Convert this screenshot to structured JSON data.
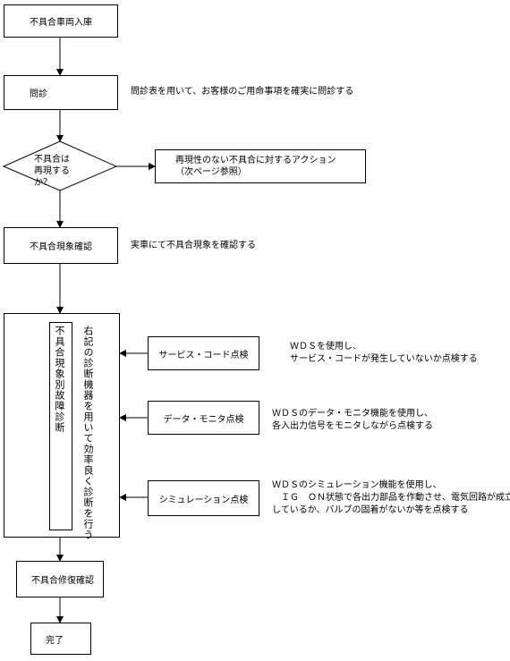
{
  "steps": {
    "arrival": "不具合車両入庫",
    "interview": "問診",
    "interview_note": "問診表を用いて、お客様のご用命事項を確実に問診する",
    "decision_line1": "不具合は",
    "decision_line2": "再現するか？",
    "no_repro_action_line1": "再現性のない不具合に対するアクション",
    "no_repro_action_line2": "（次ページ参照）",
    "confirm": "不具合現象確認",
    "confirm_note": "実車にて不具合現象を確認する",
    "diag_group_label": "不具合現象別故障診断",
    "diag_group_text": "右記の診断機器を用いて効率良く診断を行う",
    "service_code_check": "サービス・コード点検",
    "service_code_note": "ＷＤＳを使用し、\nサービス・コードが発生していないか点検する",
    "data_monitor_check": "データ・モニタ点検",
    "data_monitor_note": "ＷＤＳのデータ・モニタ機能を使用し、\n各入出力信号をモニタしながら点検する",
    "simulation_check": "シミュレーション点検",
    "simulation_note": "ＷＤＳのシミュレーション機能を使用し、\n　ＩＧ　ＯＮ状態で各出力部品を作動させ、電気回路が成立\nしているか、バルブの固着がないか等を点検する",
    "repair_confirm": "不具合修復確認",
    "done": "完了"
  }
}
